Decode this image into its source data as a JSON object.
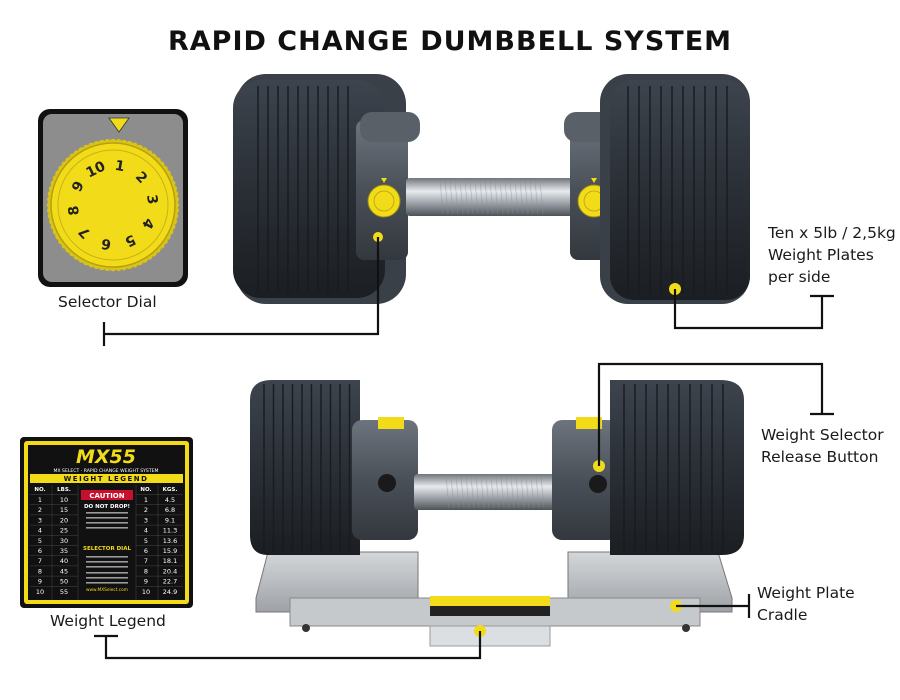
{
  "title": "RAPID CHANGE DUMBBELL SYSTEM",
  "callouts": {
    "selector_dial": "Selector Dial",
    "weight_plates": "Ten x 5lb / 2,5kg\nWeight Plates\nper side",
    "release_button": "Weight Selector\nRelease Button",
    "plate_cradle": "Weight Plate\nCradle",
    "weight_legend": "Weight Legend"
  },
  "dial_numbers": [
    "1",
    "2",
    "3",
    "4",
    "5",
    "6",
    "7",
    "8",
    "9",
    "10"
  ],
  "legend_card": {
    "brand": "MX55",
    "tagline": "MX SELECT · RAPID CHANGE WEIGHT SYSTEM",
    "header": "WEIGHT LEGEND",
    "col_no": "NO.",
    "col_lbs": "LBS.",
    "col_kgs": "KGS.",
    "caution": "CAUTION",
    "do_not_drop": "DO NOT DROP!",
    "selector_dial": "SELECTOR DIAL",
    "website": "www.MXSelect.com",
    "lbs_rows": [
      {
        "no": "1",
        "lbs": "10"
      },
      {
        "no": "2",
        "lbs": "15"
      },
      {
        "no": "3",
        "lbs": "20"
      },
      {
        "no": "4",
        "lbs": "25"
      },
      {
        "no": "5",
        "lbs": "30"
      },
      {
        "no": "6",
        "lbs": "35"
      },
      {
        "no": "7",
        "lbs": "40"
      },
      {
        "no": "8",
        "lbs": "45"
      },
      {
        "no": "9",
        "lbs": "50"
      },
      {
        "no": "10",
        "lbs": "55"
      }
    ],
    "kgs_rows": [
      {
        "no": "1",
        "kgs": "4.5"
      },
      {
        "no": "2",
        "kgs": "6.8"
      },
      {
        "no": "3",
        "kgs": "9.1"
      },
      {
        "no": "4",
        "kgs": "11.3"
      },
      {
        "no": "5",
        "kgs": "13.6"
      },
      {
        "no": "6",
        "kgs": "15.9"
      },
      {
        "no": "7",
        "kgs": "18.1"
      },
      {
        "no": "8",
        "kgs": "20.4"
      },
      {
        "no": "9",
        "kgs": "22.7"
      },
      {
        "no": "10",
        "kgs": "24.9"
      }
    ]
  },
  "colors": {
    "accent_yellow": "#f2dc1a",
    "plate_dark": "#2c3138",
    "leader_line": "#111111",
    "cradle_silver": "#b9bcbf"
  }
}
